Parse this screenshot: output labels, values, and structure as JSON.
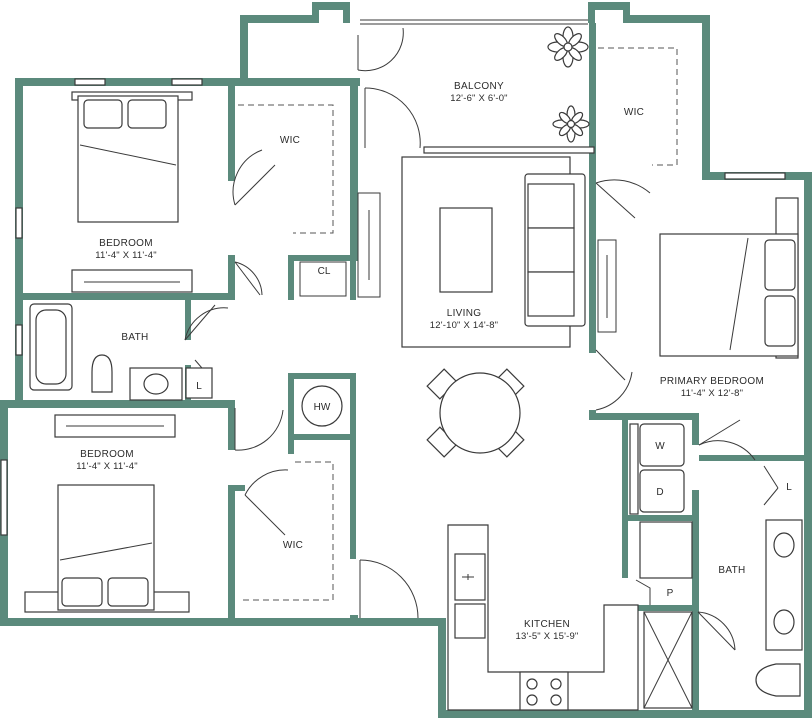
{
  "rooms": {
    "balcony": {
      "name": "BALCONY",
      "dims": "12'-6\" X 6'-0\""
    },
    "bedroom1": {
      "name": "BEDROOM",
      "dims": "11'-4\" X 11'-4\""
    },
    "bedroom2": {
      "name": "BEDROOM",
      "dims": "11'-4\" X 11'-4\""
    },
    "living": {
      "name": "LIVING",
      "dims": "12'-10\" X 14'-8\""
    },
    "primary": {
      "name": "PRIMARY BEDROOM",
      "dims": "11'-4\" X 12'-8\""
    },
    "kitchen": {
      "name": "KITCHEN",
      "dims": "13'-5\" X 15'-9\""
    },
    "wic_top_left": "WIC",
    "wic_top_right": "WIC",
    "wic_bottom": "WIC",
    "bath_left": "BATH",
    "bath_right": "BATH",
    "closet": "CL",
    "water_heater": "HW",
    "linen_left": "L",
    "linen_right": "L",
    "washer": "W",
    "dryer": "D",
    "pantry": "P"
  },
  "colors": {
    "wall": "#5b8a7c",
    "line": "#3a3a3a"
  }
}
